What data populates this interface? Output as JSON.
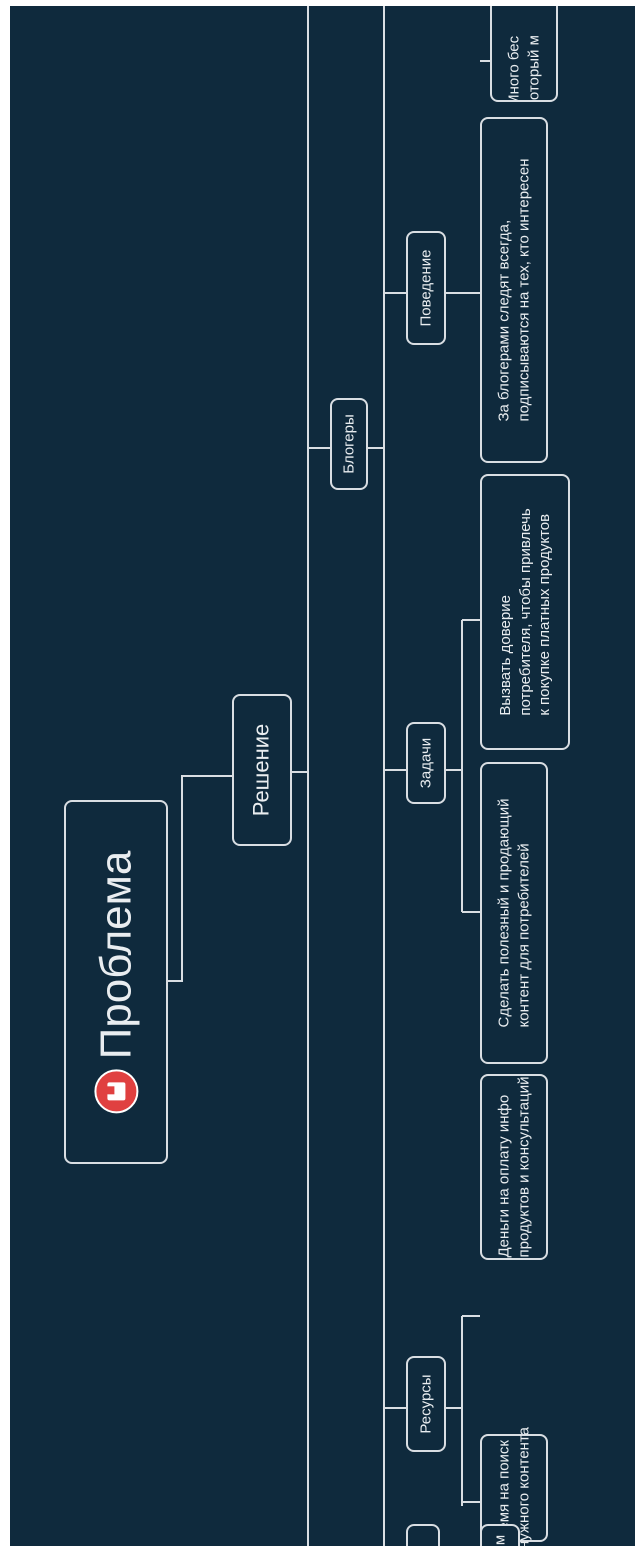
{
  "root": {
    "title": "Проблема",
    "logo_icon": "red-circle-logo-icon"
  },
  "solution": {
    "label": "Решение"
  },
  "branches": {
    "resources": {
      "label": "Ресурсы",
      "items": [
        {
          "line1": "Время на поиск",
          "line2": "нужного контента"
        },
        {
          "line1": "Деньги на оплату инфо",
          "line2": "продуктов и консультаций"
        }
      ]
    },
    "tasks": {
      "label": "Задачи",
      "items": [
        {
          "line1": "Сделать полезный и продающий",
          "line2": "контент для потребителей"
        },
        {
          "line1": "Вызвать доверие",
          "line2": "потребителя, чтобы привлечь",
          "line3": "к покупке платных продуктов"
        }
      ]
    },
    "bloggers": {
      "label": "Блогеры"
    },
    "behavior": {
      "label": "Поведение",
      "items": [
        {
          "line1": "За блогерами следят всегда,",
          "line2": "подписываются на тех, кто интересен"
        }
      ]
    },
    "clipped_top": {
      "line1": "Много бес",
      "line2": "который м"
    },
    "clipped_bottom": {
      "text": "м"
    }
  },
  "colors": {
    "background": "#0f2a3d",
    "line": "#d9dee3",
    "logo": "#e04040"
  }
}
